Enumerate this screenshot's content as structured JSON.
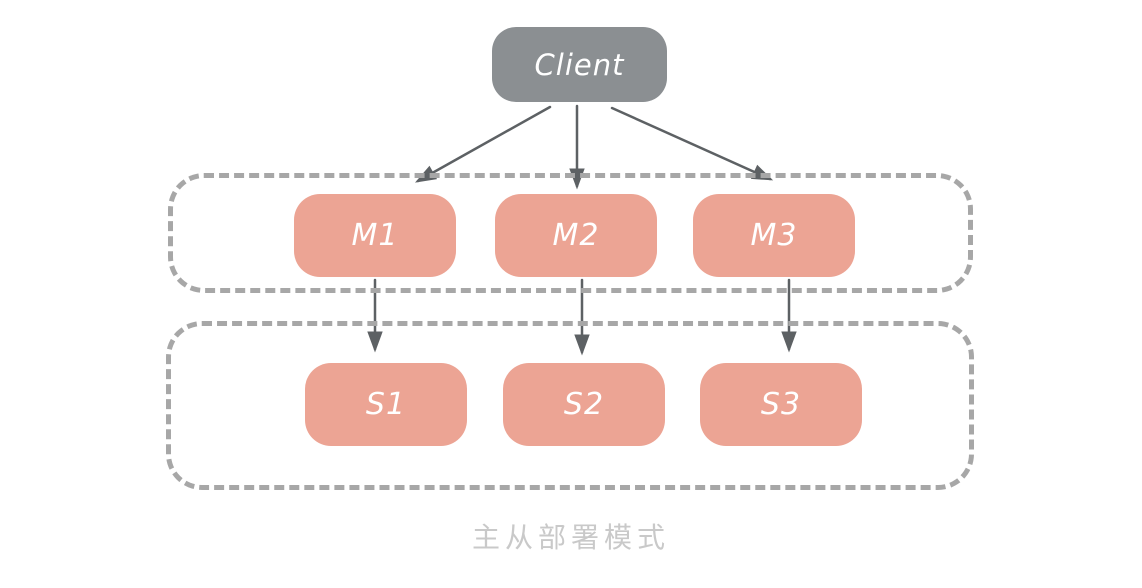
{
  "diagram": {
    "caption": "主从部署模式",
    "client": {
      "label": "Client"
    },
    "masters": [
      {
        "label": "M1"
      },
      {
        "label": "M2"
      },
      {
        "label": "M3"
      }
    ],
    "slaves": [
      {
        "label": "S1"
      },
      {
        "label": "S2"
      },
      {
        "label": "S3"
      }
    ],
    "edges": [
      {
        "from": "Client",
        "to": "M1"
      },
      {
        "from": "Client",
        "to": "M2"
      },
      {
        "from": "Client",
        "to": "M3"
      },
      {
        "from": "M1",
        "to": "S1"
      },
      {
        "from": "M2",
        "to": "S2"
      },
      {
        "from": "M3",
        "to": "S3"
      }
    ],
    "colors": {
      "background": "#ffffff",
      "client_bg": "#8b8f92",
      "node_bg": "#eca494",
      "node_text": "#ffffff",
      "container_border": "#a7a7a7",
      "arrow": "#5d6164",
      "caption_text": "#c9c9c9"
    }
  }
}
